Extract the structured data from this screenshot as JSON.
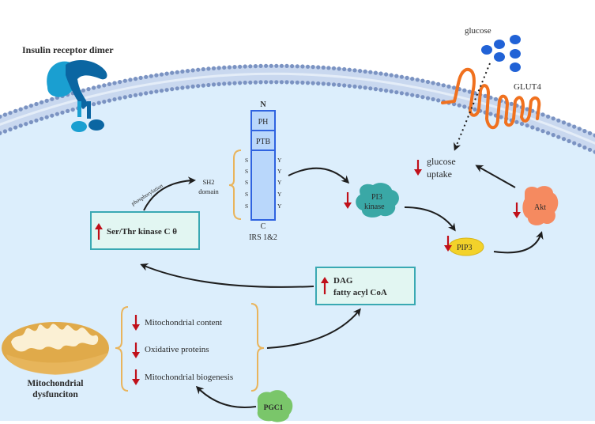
{
  "title": "Insulin resistance pathway and mitochondrial dysfunction",
  "colors": {
    "cytoplasm": "#dceefc",
    "membrane_head": "#7b93c2",
    "membrane_tail": "#b7c9e6",
    "receptor_dark": "#0b66a2",
    "receptor_light": "#1a9fd1",
    "glut4": "#f0711f",
    "glucose": "#2162d6",
    "irs_fill": "#b9d7fb",
    "irs_border": "#2f63e0",
    "brace": "#e9b45c",
    "down_arrow": "#c0101a",
    "pi3k": "#3aa8a6",
    "akt": "#f58a60",
    "pip3": "#f3d22a",
    "pgc1": "#7ac66a",
    "mito_outer": "#e0aa4a",
    "mito_inner": "#fbf0d4",
    "box_fill": "#e2f6f2",
    "box_border": "#3aa9b3"
  },
  "labels": {
    "insulin_receptor": "Insulin receptor dimer",
    "glucose": "glucose",
    "glut4": "GLUT4",
    "glucose_uptake_line1": "glucose",
    "glucose_uptake_line2": "uptake",
    "pi3k_line1": "PI3",
    "pi3k_line2": "kinase",
    "pip3": "PIP3",
    "akt": "Akt",
    "pkc": "Ser/Thr kinase C θ",
    "phosphorylation": "phosphorylation",
    "sh2_line1": "SH2",
    "sh2_line2": "domain",
    "dag_line1": "DAG",
    "dag_line2": "fatty acyl CoA",
    "mito_line1": "Mitochondrial",
    "mito_line2": "dysfunciton",
    "pgc1": "PGC1"
  },
  "irs": {
    "n_term": "N",
    "c_term": "C",
    "domains": [
      "PH",
      "PTB"
    ],
    "left_residues": [
      "S",
      "S",
      "S",
      "S",
      "S"
    ],
    "right_residues": [
      "Y",
      "Y",
      "Y",
      "Y",
      "Y"
    ],
    "name": "IRS 1&2"
  },
  "mito_effects": [
    {
      "direction": "down",
      "label": "Mitochondrial content"
    },
    {
      "direction": "down",
      "label": "Oxidative proteins"
    },
    {
      "direction": "down",
      "label": "Mitochondrial biogenesis"
    }
  ],
  "regulation": {
    "pkc": "up",
    "dag": "up",
    "pi3k": "down",
    "pip3": "down",
    "akt": "down",
    "glucose_uptake": "down"
  }
}
